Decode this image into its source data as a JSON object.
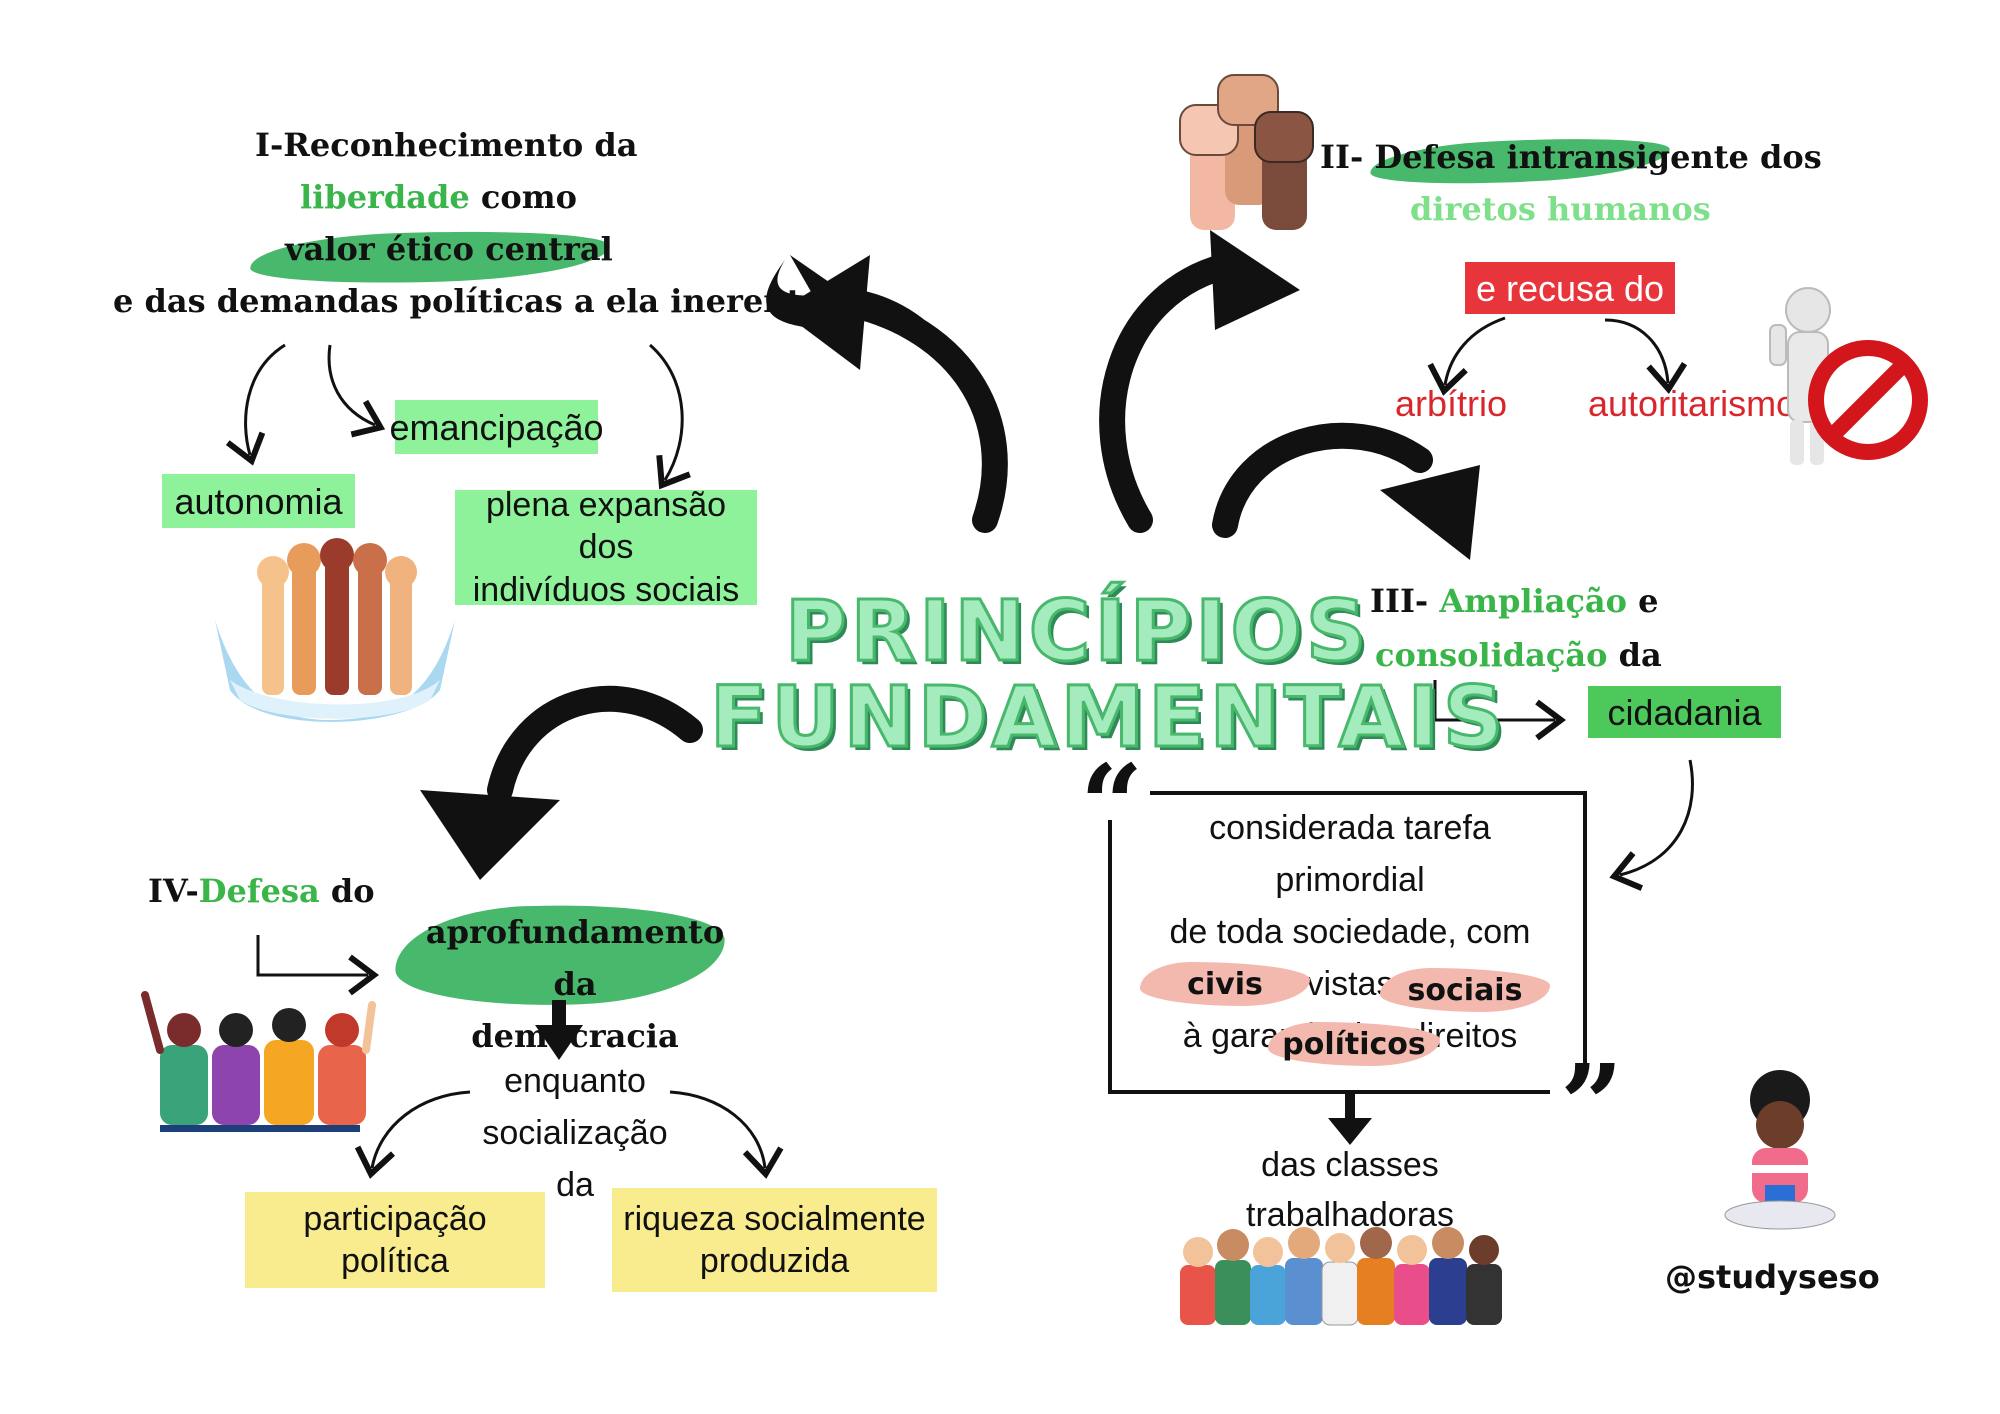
{
  "center": {
    "title_line1": "PRINCÍPIOS",
    "title_line2": "FUNDAMENTAIS"
  },
  "principle1": {
    "line1": "I-Reconhecimento da",
    "line2_highlight": "liberdade",
    "line2_rest": " como",
    "line3": "valor ético central",
    "line4": "e das demandas políticas a ela inerentes",
    "children": {
      "autonomia": "autonomia",
      "emancipacao": "emancipação",
      "plena_line1": "plena expansão dos",
      "plena_line2": "indivíduos sociais"
    }
  },
  "principle2": {
    "line1_prefix": "II- ",
    "line1_main": "Defesa intransigente dos",
    "line2": "diretos humanos",
    "refusal": "e recusa do",
    "children": {
      "arbitrio": "arbítrio",
      "autoritarismo": "autoritarismo"
    }
  },
  "principle3": {
    "line1_prefix": "III- ",
    "line1_highlight": "Ampliação",
    "line1_rest": " e",
    "line2_highlight": "consolidação",
    "line2_rest": " da",
    "cidadania": "cidadania",
    "quote_open": "“",
    "quote_close": "”",
    "quote_line1": "considerada tarefa primordial",
    "quote_line2": "de toda sociedade, com vistas",
    "quote_line3": "à garantia dos direitos",
    "rights": {
      "civis": "civis",
      "sociais": "sociais",
      "politicos": "políticos"
    },
    "classes_line1": "das classes",
    "classes_line2": "trabalhadoras"
  },
  "principle4": {
    "prefix": "IV-",
    "highlight": "Defesa",
    "rest": " do",
    "brush_line1": "aprofundamento da",
    "brush_line2": "democracia",
    "enquanto_line1": "enquanto",
    "enquanto_line2": "socialização da",
    "children": {
      "participacao_line1": "participação",
      "participacao_line2": "política",
      "riqueza_line1": "riqueza socialmente",
      "riqueza_line2": "produzida"
    }
  },
  "signature": "@studyseso",
  "colors": {
    "accent_green": "#3ab54a",
    "light_green_box": "#8ef29a",
    "dark_green_box": "#4dc95c",
    "brush_green": "#48b86c",
    "red": "#e8343b",
    "yellow_box": "#f9ec8e",
    "pink_brush": "#f3b9ae"
  },
  "icons": [
    "raised-fists-icon",
    "stop-sign-figure-icon",
    "raised-hands-ribbon-icon",
    "group-embrace-icon",
    "workers-group-icon",
    "student-avatar-icon"
  ]
}
